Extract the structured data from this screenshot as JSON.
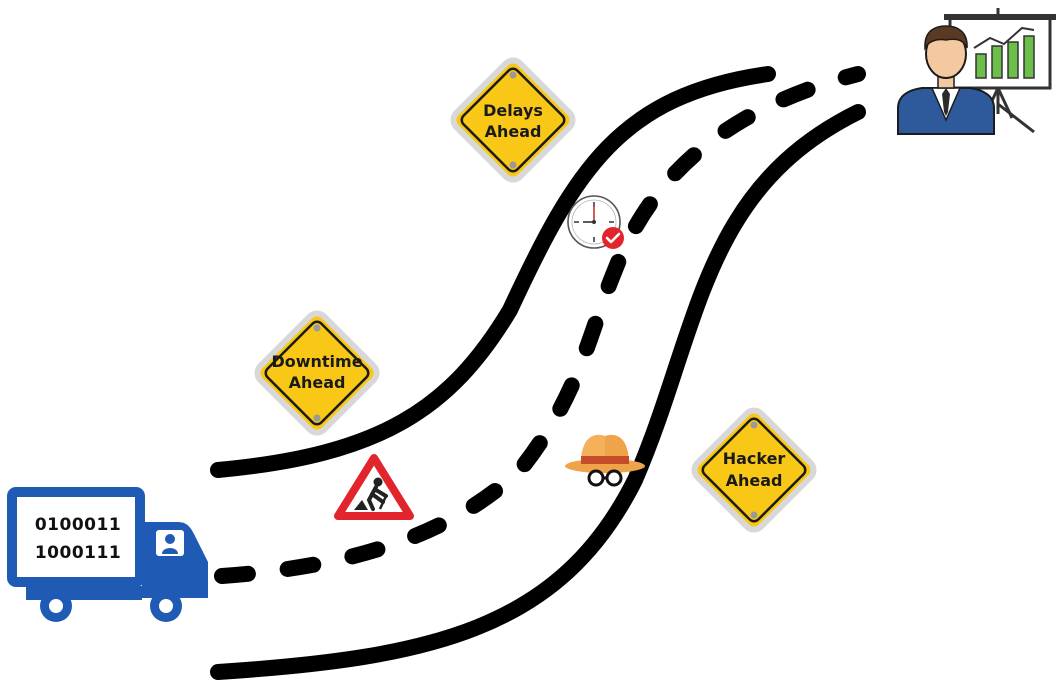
{
  "signs": {
    "delays": {
      "line1": "Delays",
      "line2": "Ahead",
      "icon": "warning-sign-icon"
    },
    "downtime": {
      "line1": "Downtime",
      "line2": "Ahead",
      "icon": "warning-sign-icon"
    },
    "hacker": {
      "line1": "Hacker",
      "line2": "Ahead",
      "icon": "warning-sign-icon"
    }
  },
  "truck": {
    "cargo_line1": "0100011",
    "cargo_line2": "1000111",
    "icon": "delivery-truck-icon"
  },
  "icons": {
    "clock": "clock-check-icon",
    "roadwork": "road-work-icon",
    "hacker": "hacker-hat-icon",
    "presenter": "businessman-presentation-icon"
  },
  "colors": {
    "road": "#000000",
    "sign_fill": "#F9C817",
    "sign_border": "#E2B300",
    "truck": "#1F5BB5",
    "roadwork_red": "#E2252C",
    "hat": "#F0A44A",
    "chart_green": "#6CC04A",
    "suit": "#2E5A9C"
  }
}
